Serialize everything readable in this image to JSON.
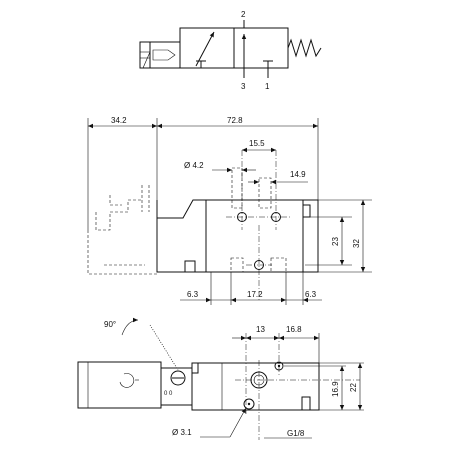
{
  "symbol": {
    "port_2": "2",
    "port_3": "3",
    "port_1": "1"
  },
  "top_view": {
    "dim_length": "72.8",
    "dim_coil": "34.2",
    "dim_port_spacing": "15.5",
    "dim_hole_dia": "Ø 4.2",
    "dim_offset": "14.9",
    "dim_height_inner": "23",
    "dim_height_total": "32",
    "dim_left": "6.3",
    "dim_center": "17.2",
    "dim_right": "6.3"
  },
  "side_view": {
    "rotation_label": "90°",
    "dim_13": "13",
    "dim_16_8": "16.8",
    "dim_16_9": "16.9",
    "dim_22": "22",
    "dim_mount_hole": "Ø 3.1",
    "dim_thread": "G1/8"
  },
  "colors": {
    "line": "#111111",
    "background": "#ffffff"
  }
}
